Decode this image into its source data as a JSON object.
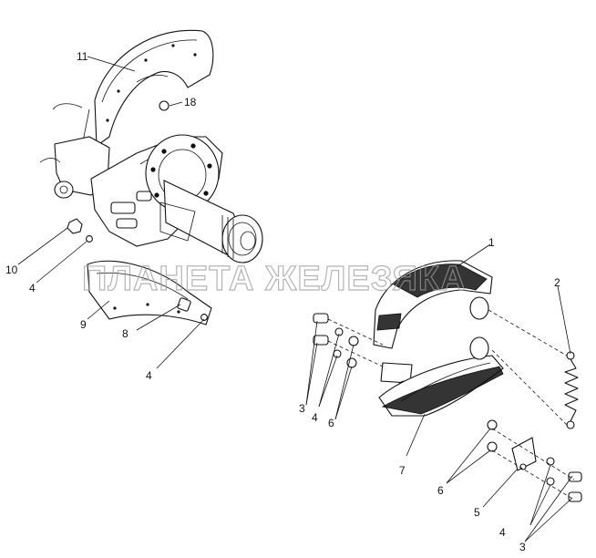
{
  "watermark": "ПЛАНЕТА ЖЕЛЕЗЯКА",
  "callouts": {
    "c1": "1",
    "c2": "2",
    "c3a": "3",
    "c3b": "3",
    "c4a": "4",
    "c4b": "4",
    "c4c": "4",
    "c4d": "4",
    "c5": "5",
    "c6a": "6",
    "c6b": "6",
    "c7": "7",
    "c8": "8",
    "c9": "9",
    "c10": "10",
    "c11": "11",
    "c18": "18"
  },
  "colors": {
    "line": "#111111",
    "watermark": "#9a9a9a",
    "background": "#ffffff"
  }
}
